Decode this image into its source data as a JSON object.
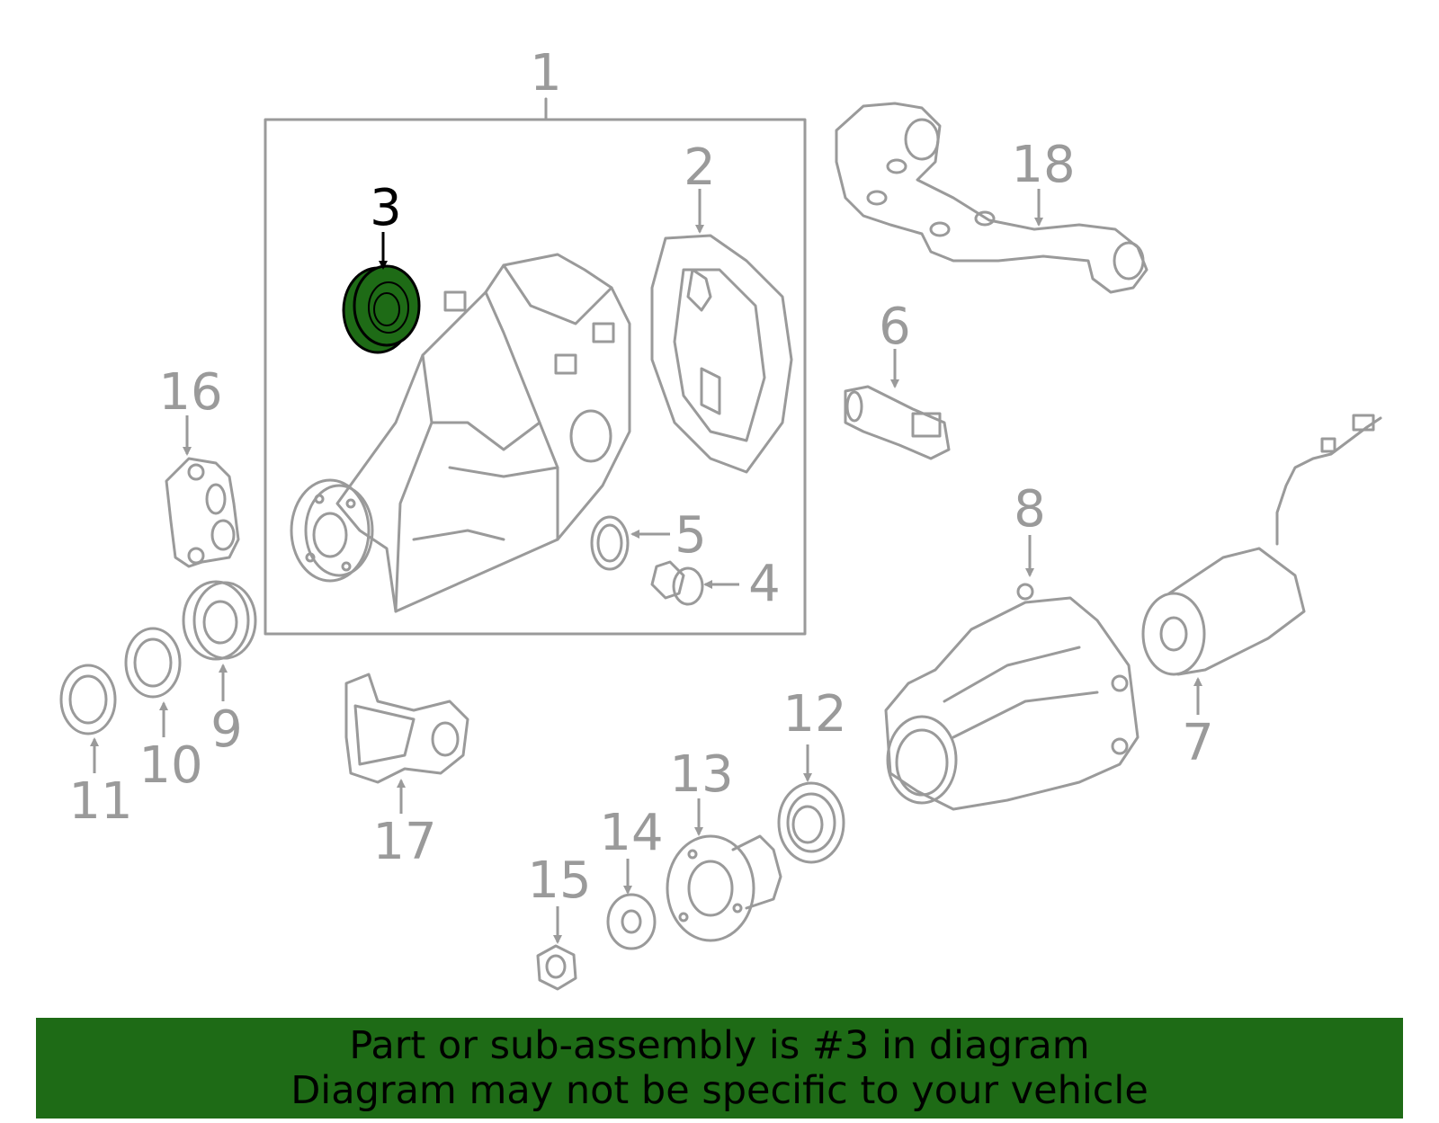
{
  "callouts": [
    {
      "id": "1",
      "label": "1",
      "highlighted": false
    },
    {
      "id": "2",
      "label": "2",
      "highlighted": false
    },
    {
      "id": "3",
      "label": "3",
      "highlighted": true
    },
    {
      "id": "4",
      "label": "4",
      "highlighted": false
    },
    {
      "id": "5",
      "label": "5",
      "highlighted": false
    },
    {
      "id": "6",
      "label": "6",
      "highlighted": false
    },
    {
      "id": "7",
      "label": "7",
      "highlighted": false
    },
    {
      "id": "8",
      "label": "8",
      "highlighted": false
    },
    {
      "id": "9",
      "label": "9",
      "highlighted": false
    },
    {
      "id": "10",
      "label": "10",
      "highlighted": false
    },
    {
      "id": "11",
      "label": "11",
      "highlighted": false
    },
    {
      "id": "12",
      "label": "12",
      "highlighted": false
    },
    {
      "id": "13",
      "label": "13",
      "highlighted": false
    },
    {
      "id": "14",
      "label": "14",
      "highlighted": false
    },
    {
      "id": "15",
      "label": "15",
      "highlighted": false
    },
    {
      "id": "16",
      "label": "16",
      "highlighted": false
    },
    {
      "id": "17",
      "label": "17",
      "highlighted": false
    },
    {
      "id": "18",
      "label": "18",
      "highlighted": false
    }
  ],
  "banner": {
    "line1": "Part or sub-assembly is #3 in diagram",
    "line2": "Diagram may not be specific to your vehicle"
  },
  "colors": {
    "line_art": "#9a9a9a",
    "highlight_fill": "#1e6b16",
    "banner_background": "#1e6b16",
    "text_active": "#000000"
  }
}
